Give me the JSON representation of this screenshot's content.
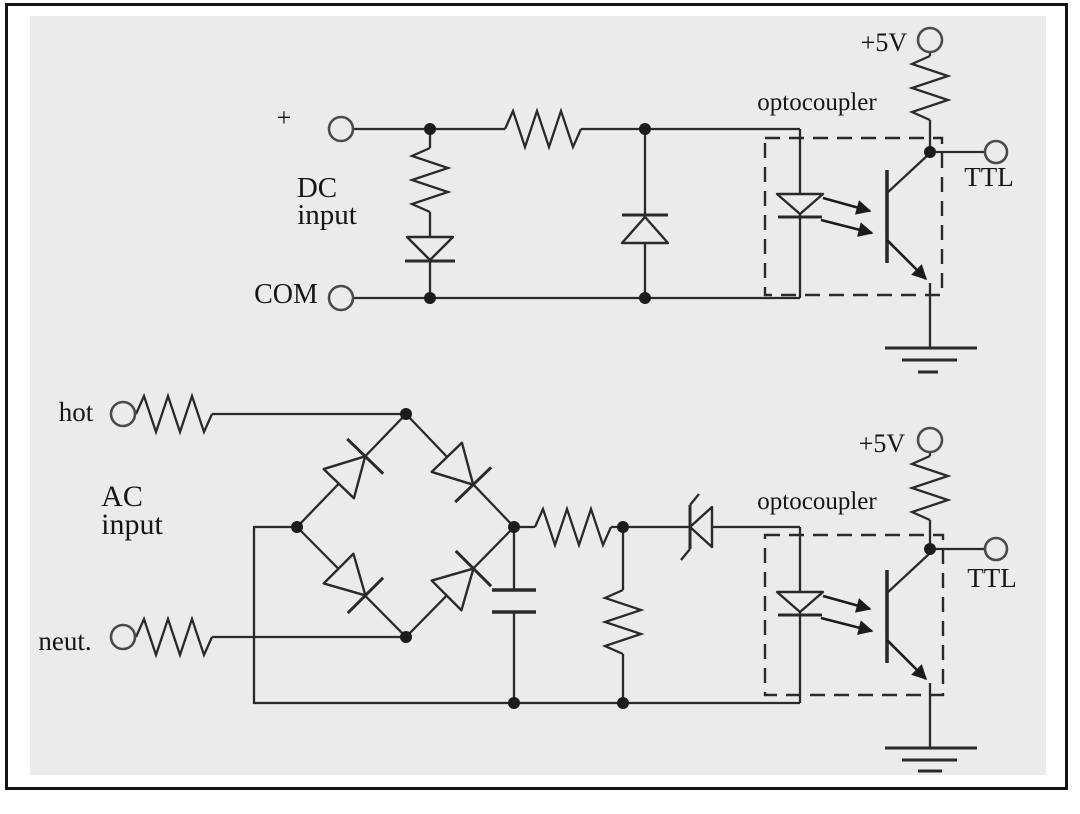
{
  "colors": {
    "background": "#ffffff",
    "panel": "#ebebeb",
    "line": "#2a2a2a",
    "text": "#161616",
    "frame": "#151515"
  },
  "dc_circuit": {
    "polarity_label": "+",
    "name_line1": "DC",
    "name_line2": "input",
    "common_label": "COM",
    "optocoupler_label": "optocoupler",
    "supply_label": "+5V",
    "output_label": "TTL"
  },
  "ac_circuit": {
    "hot_label": "hot",
    "name_line1": "AC",
    "name_line2": "input",
    "neutral_label": "neut.",
    "optocoupler_label": "optocoupler",
    "supply_label": "+5V",
    "output_label": "TTL"
  }
}
